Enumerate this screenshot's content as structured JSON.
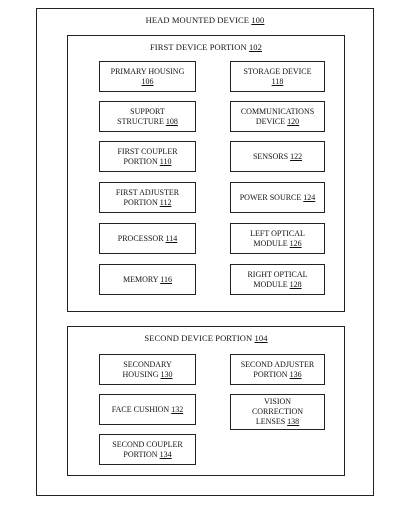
{
  "outer": {
    "label": "HEAD MOUNTED DEVICE",
    "ref": "100"
  },
  "first_portion": {
    "label": "FIRST DEVICE PORTION",
    "ref": "102",
    "left_items": [
      {
        "line1": "PRIMARY HOUSING",
        "line2": "",
        "ref": "106"
      },
      {
        "line1": "SUPPORT",
        "line2": "STRUCTURE",
        "ref": "108"
      },
      {
        "line1": "FIRST COUPLER",
        "line2": "PORTION",
        "ref": "110"
      },
      {
        "line1": "FIRST ADJUSTER",
        "line2": "PORTION",
        "ref": "112"
      },
      {
        "line1": "PROCESSOR",
        "line2": "",
        "ref": "114"
      },
      {
        "line1": "MEMORY",
        "line2": "",
        "ref": "116"
      }
    ],
    "right_items": [
      {
        "line1": "STORAGE DEVICE",
        "line2": "",
        "ref": "118"
      },
      {
        "line1": "COMMUNICATIONS",
        "line2": "DEVICE",
        "ref": "120"
      },
      {
        "line1": "SENSORS",
        "line2": "",
        "ref": "122"
      },
      {
        "line1": "POWER SOURCE",
        "line2": "",
        "ref": "124"
      },
      {
        "line1": "LEFT OPTICAL",
        "line2": "MODULE",
        "ref": "126"
      },
      {
        "line1": "RIGHT OPTICAL",
        "line2": "MODULE",
        "ref": "128"
      }
    ]
  },
  "second_portion": {
    "label": "SECOND DEVICE PORTION",
    "ref": "104",
    "left_items": [
      {
        "line1": "SECONDARY",
        "line2": "HOUSING",
        "ref": "130"
      },
      {
        "line1": "FACE CUSHION",
        "line2": "",
        "ref": "132"
      },
      {
        "line1": "SECOND COUPLER",
        "line2": "PORTION",
        "ref": "134"
      }
    ],
    "right_items": [
      {
        "line1": "SECOND ADJUSTER",
        "line2": "PORTION",
        "ref": "136"
      },
      {
        "line1": "VISION",
        "line2": "CORRECTION",
        "line3": "LENSES",
        "ref": "138"
      }
    ]
  }
}
